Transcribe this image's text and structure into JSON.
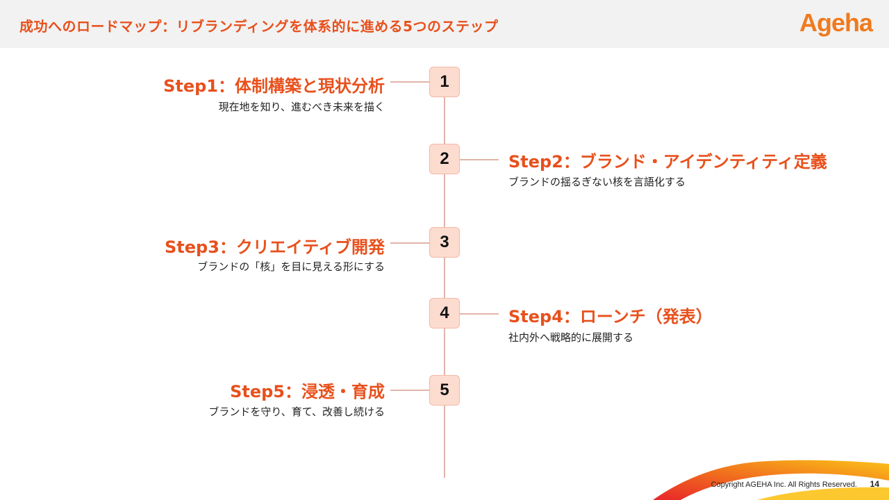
{
  "header": {
    "title": "成功へのロードマップ：リブランディングを体系的に進める5つのステップ",
    "logo": "Ageha"
  },
  "steps": [
    {
      "number": "1",
      "title": "Step1：体制構築と現状分析",
      "desc": "現在地を知り、進むべき未来を描く"
    },
    {
      "number": "2",
      "title": "Step2：ブランド・アイデンティティ定義",
      "desc": "ブランドの揺るぎない核を言語化する"
    },
    {
      "number": "3",
      "title": "Step3：クリエイティブ開発",
      "desc": "ブランドの「核」を目に見える形にする"
    },
    {
      "number": "4",
      "title": "Step4：ローンチ（発表）",
      "desc": "社内外へ戦略的に展開する"
    },
    {
      "number": "5",
      "title": "Step5：浸透・育成",
      "desc": "ブランドを守り、育て、改善し続ける"
    }
  ],
  "footer": {
    "copyright": "Copyright AGEHA Inc. All Rights Reserved.",
    "page_number": "14"
  },
  "colors": {
    "accent": "#e8501c",
    "node_fill": "#fddcd0",
    "line": "#e2b4a8"
  }
}
